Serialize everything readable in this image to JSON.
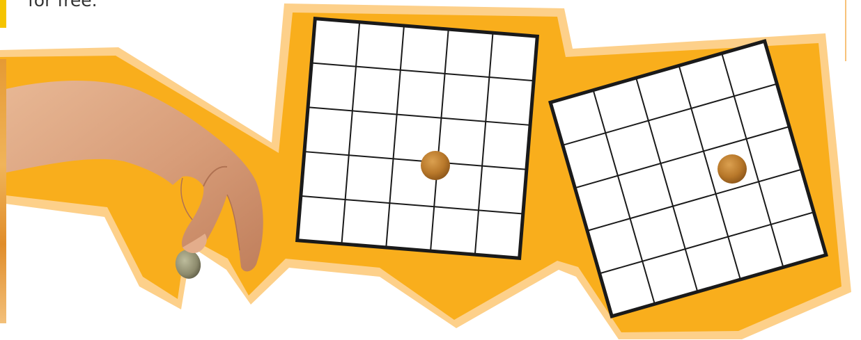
{
  "header": {
    "text": "for free."
  },
  "colors": {
    "backdrop_fill": "#f9ae1c",
    "backdrop_border": "#fdd08a",
    "grid_line": "#1a1a1a",
    "grid_bg": "#ffffff",
    "coin_small": "#b8782a",
    "coin_held": "#8c8a6c",
    "hand_skin": "#d9a07f"
  },
  "grids": [
    {
      "rows": 5,
      "cols": 5
    },
    {
      "rows": 5,
      "cols": 5
    }
  ]
}
